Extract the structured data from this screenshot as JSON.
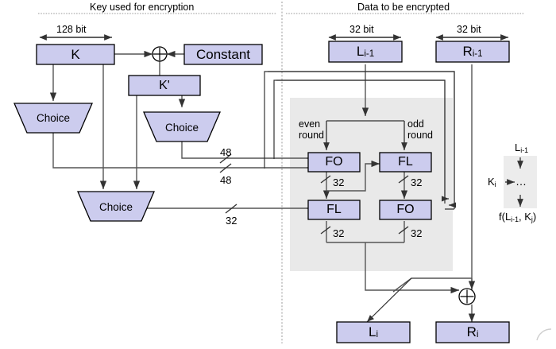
{
  "figure": {
    "headings": {
      "left": "Key used for encryption",
      "right": "Data to be encrypted"
    },
    "bit_labels": {
      "key_width": "128 bit",
      "left_half": "32 bit",
      "right_half": "32 bit"
    },
    "key_side": {
      "key_box": "K",
      "constant_box": "Constant",
      "kprime_box": "K'",
      "xor_symbol": "⊕",
      "choice_top_left": "Choice",
      "choice_top_right": "Choice",
      "choice_bottom": "Choice",
      "bus_labels": [
        "48",
        "48",
        "32"
      ]
    },
    "data_side": {
      "input_left": "L",
      "input_left_sub": "i-1",
      "input_right": "R",
      "input_right_sub": "i-1",
      "round_labels": {
        "even": "even round",
        "odd": "odd round"
      },
      "functions": {
        "top_left": "FO",
        "top_right": "FL",
        "bottom_left": "FL",
        "bottom_right": "FO"
      },
      "width_labels": [
        "32",
        "32",
        "32",
        "32"
      ],
      "xor_symbol": "⊕",
      "output_left": "L",
      "output_left_sub": "i",
      "output_right": "R",
      "output_right_sub": "i"
    },
    "legend": {
      "input_label": "L",
      "input_sub": "i-1",
      "key_label": "K",
      "key_sub": "i",
      "body": "…",
      "result_prefix": "f(L",
      "result_sub_1": "i-1",
      "result_mid": ", K",
      "result_sub_2": "j",
      "result_suffix": ")"
    },
    "colors": {
      "box_fill": "#ccccee",
      "box_stroke": "#000000",
      "shaded_panel": "#e9e9e9",
      "wire_dark": "#333333",
      "wire_gray": "#808080",
      "divider": "#999999",
      "text": "#000000"
    }
  }
}
